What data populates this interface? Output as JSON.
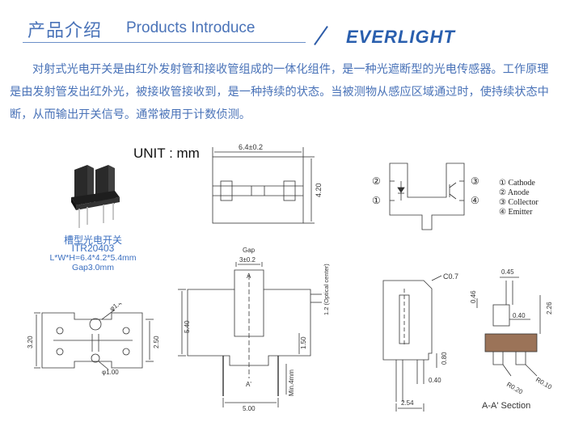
{
  "header": {
    "title_cn": "产品介绍",
    "title_en": "Products Introduce",
    "brand": "EVERLIGHT"
  },
  "intro_text": "对射式光电开关是由红外发射管和接收管组成的一体化组件，是一种光遮断型的光电传感器。工作原理是由发射管发出红外光，被接收管接收到，是一种持续的状态。当被测物从感应区域通过时，使持续状态中断，从而输出开关信号。通常被用于计数侦测。",
  "unit_label": "UNIT : mm",
  "product": {
    "name": "槽型光电开关",
    "model": "ITR20403",
    "dimensions": "L*W*H=6.4*4.2*5.4mm Gap3.0mm"
  },
  "pins": {
    "labels": [
      "①",
      "②",
      "③",
      "④"
    ],
    "legend": [
      "① Cathode",
      "② Anode",
      "③ Collector",
      "④ Emitter"
    ]
  },
  "dims": {
    "top_width": "6.4±0.2",
    "top_height": "4.20",
    "gap_label": "Gap",
    "gap_value": "3±0.2",
    "sect_a": "A",
    "sect_a2": "A'",
    "optical_center": "1.2 (Optical center)",
    "height": "5.40",
    "d150": "1.50",
    "min4": "Min.4mm",
    "w500": "5.00",
    "bot_320": "3.20",
    "bot_250": "2.50",
    "phi140": "φ1.40",
    "phi100": "φ1.00",
    "c07": "C0.7",
    "d045": "0.45",
    "d046": "0.46",
    "d040a": "0.40",
    "d226": "2.26",
    "d080": "0.80",
    "d040b": "0.40",
    "d254": "2.54",
    "r020": "R0.20",
    "r010": "R0.10",
    "section_title": "A-A' Section"
  },
  "colors": {
    "accent": "#4a73b8",
    "brand": "#2a5fae"
  }
}
